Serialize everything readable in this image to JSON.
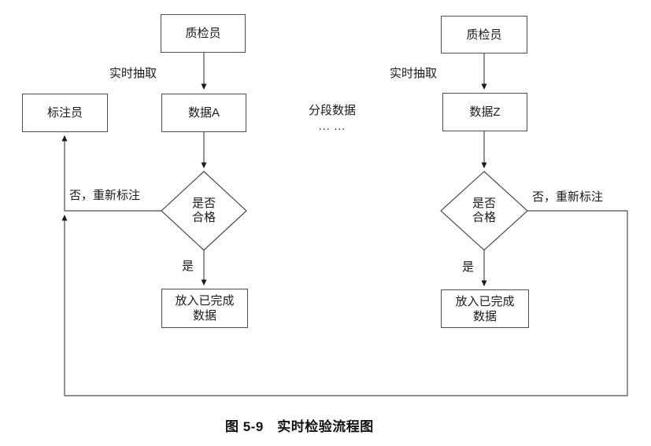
{
  "figure": {
    "caption": "图 5-9　实时检验流程图"
  },
  "middle": {
    "segment_label": "分段数据",
    "ellipsis": "... ..."
  },
  "left_flow": {
    "inspector": "质检员",
    "extract_label": "实时抽取",
    "data_box": "数据A",
    "decision": "是否\n合格",
    "yes_label": "是",
    "no_label": "否，重新标注",
    "done_box": "放入已完成\n数据",
    "annotator": "标注员"
  },
  "right_flow": {
    "inspector": "质检员",
    "extract_label": "实时抽取",
    "data_box": "数据Z",
    "decision": "是否\n合格",
    "yes_label": "是",
    "no_label": "否，重新标注",
    "done_box": "放入已完成\n数据"
  },
  "colors": {
    "line": "#4d4d4d",
    "border": "#4d4d4d",
    "arrowhead": "#1a1a1a",
    "text": "#1a1a1a"
  }
}
